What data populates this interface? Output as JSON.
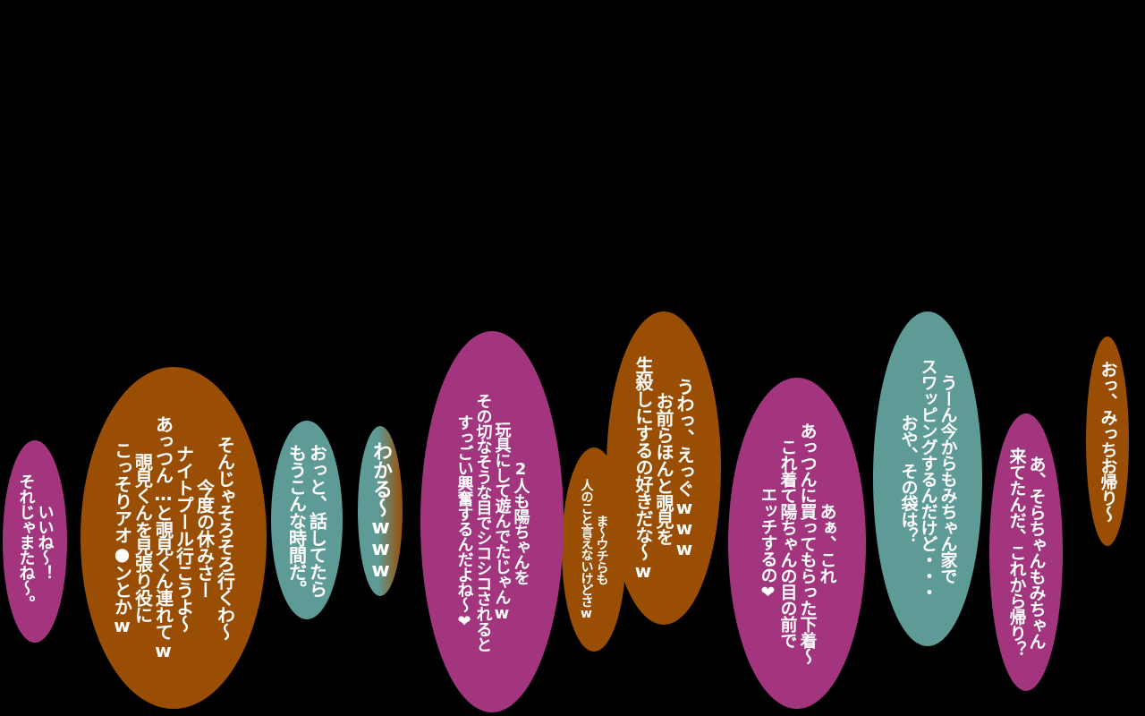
{
  "bubbles": [
    {
      "id": "b1",
      "color": "#a3357f",
      "lines": [
        "いいね～！",
        "それじゃまたね～。"
      ]
    },
    {
      "id": "b2",
      "color": "#9a4e04",
      "lines": [
        "そんじゃそろそろ行くわ～",
        "今度の休みさー",
        "ナイトプール行こうよ～",
        "あっつん…と覗見くん連れてw",
        "覗見くんを見張り役に",
        "こっそりアオ●ンとかw"
      ]
    },
    {
      "id": "b3",
      "color": "#5e9a96",
      "lines": [
        "おっと、話してたら",
        "もうこんな時間だ。"
      ]
    },
    {
      "id": "b4",
      "color": "#5e9a96",
      "lines": [
        "わかる～www"
      ]
    },
    {
      "id": "b5",
      "color": "#a3357f",
      "lines": [
        "2人も陽ちゃんを",
        "玩具にして遊んでたじゃんw",
        "その切なそうな目でシコシコされると",
        "すっごい興奮するんだよね～❤"
      ]
    },
    {
      "id": "b6",
      "color": "#9a4e04",
      "lines": [
        "ま～ウチらも",
        "人のこと言えないけどさw"
      ]
    },
    {
      "id": "b7",
      "color": "#9a4e04",
      "lines": [
        "うわっ、えっぐwww",
        "お前らほんと覗見を",
        "生殺しにするの好きだな～w"
      ]
    },
    {
      "id": "b8",
      "color": "#a3357f",
      "lines": [
        "あぁ、これ",
        "あっつんに買ってもらった下着～",
        "これ着て陽ちゃんの目の前で",
        "エッチするの❤"
      ]
    },
    {
      "id": "b9",
      "color": "#5e9a96",
      "lines": [
        "うーん今からもみちゃん家で",
        "スワッピングするんだけど・・・",
        "おや、その袋は？"
      ]
    },
    {
      "id": "b10",
      "color": "#a3357f",
      "lines": [
        "あ、そらちゃんもみちゃん",
        "来てたんだ、これから帰り？"
      ]
    },
    {
      "id": "b11",
      "color": "#9a4e04",
      "lines": [
        "おっ、みっちお帰り～"
      ]
    }
  ]
}
